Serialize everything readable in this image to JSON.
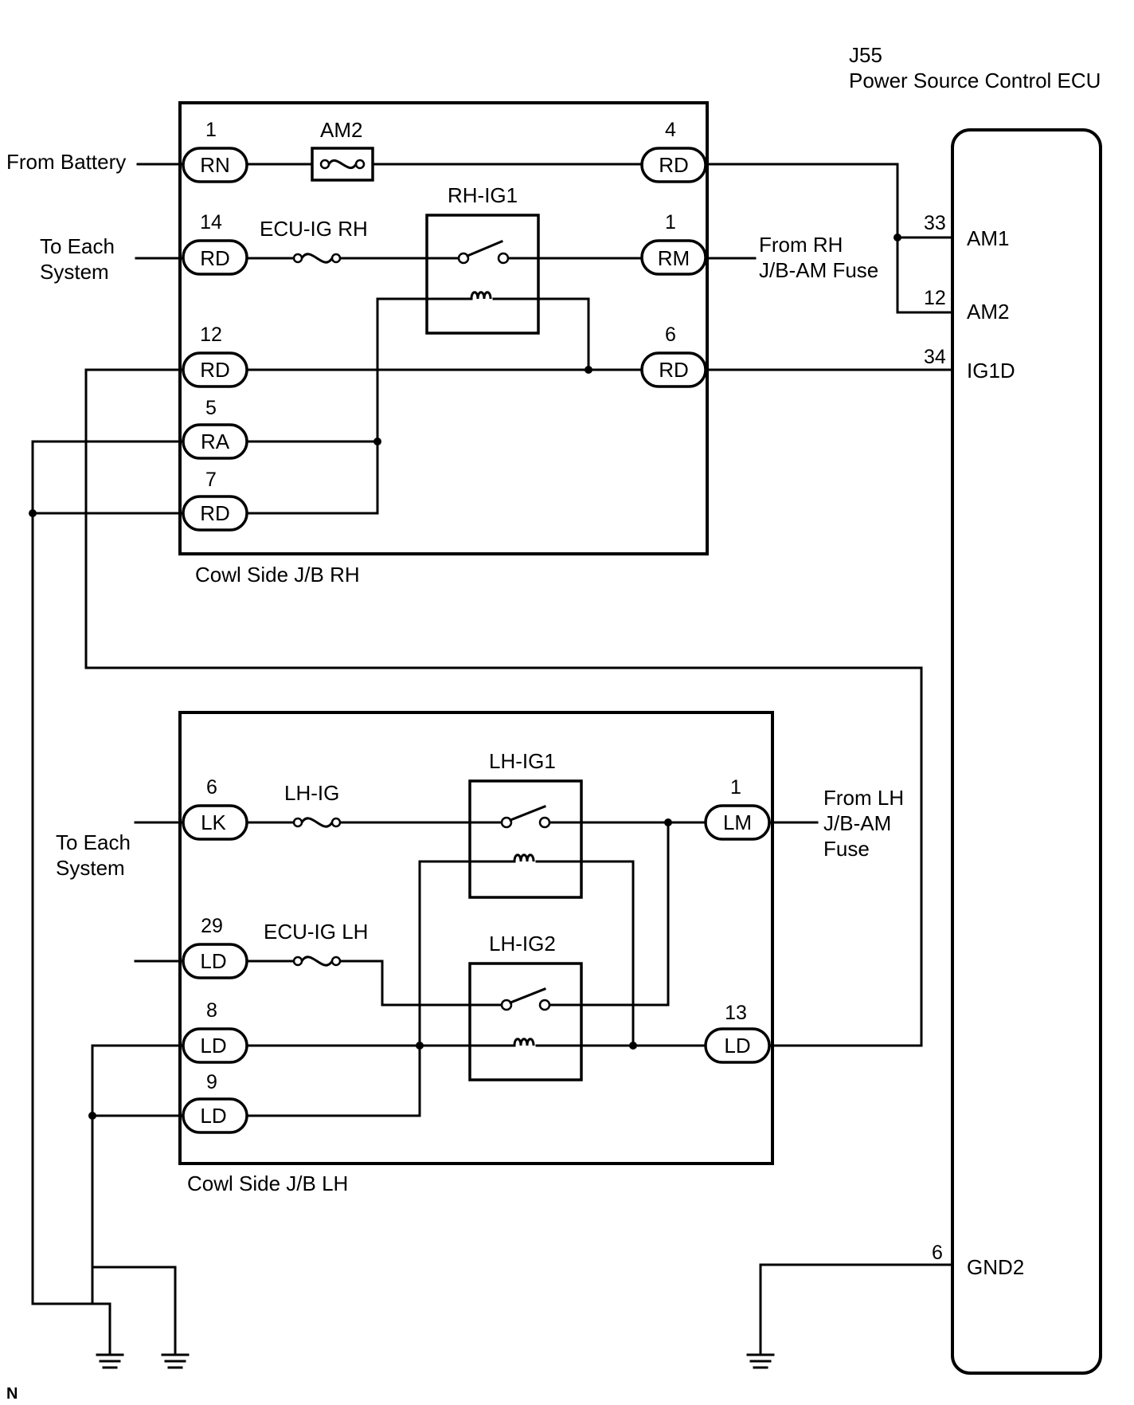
{
  "ecu": {
    "connector": "J55",
    "name": "Power Source Control ECU"
  },
  "ext": {
    "from_battery": "From Battery",
    "to_each_system_1": "To Each",
    "to_each_system_2": "System",
    "from_rh_1": "From RH",
    "from_rh_2": "J/B-AM Fuse",
    "to_each_lh_1": "To Each",
    "to_each_lh_2": "System",
    "from_lh_1": "From LH",
    "from_lh_2": "J/B-AM",
    "from_lh_3": "Fuse"
  },
  "rh": {
    "label": "Cowl Side J/B RH",
    "fuse_am2": "AM2",
    "fuse_ecu": "ECU-IG RH",
    "relay": "RH-IG1",
    "pins": {
      "rn": {
        "num": "1",
        "code": "RN"
      },
      "rd14": {
        "num": "14",
        "code": "RD"
      },
      "rd12": {
        "num": "12",
        "code": "RD"
      },
      "ra5": {
        "num": "5",
        "code": "RA"
      },
      "rd7": {
        "num": "7",
        "code": "RD"
      },
      "rd4": {
        "num": "4",
        "code": "RD"
      },
      "rm1": {
        "num": "1",
        "code": "RM"
      },
      "rd6": {
        "num": "6",
        "code": "RD"
      }
    }
  },
  "lh": {
    "label": "Cowl Side J/B LH",
    "fuse_lhig": "LH-IG",
    "fuse_ecu": "ECU-IG LH",
    "relay1": "LH-IG1",
    "relay2": "LH-IG2",
    "pins": {
      "lk6": {
        "num": "6",
        "code": "LK"
      },
      "ld29": {
        "num": "29",
        "code": "LD"
      },
      "ld8": {
        "num": "8",
        "code": "LD"
      },
      "ld9": {
        "num": "9",
        "code": "LD"
      },
      "lm1": {
        "num": "1",
        "code": "LM"
      },
      "ld13": {
        "num": "13",
        "code": "LD"
      }
    }
  },
  "ecu_pins": {
    "am1": {
      "num": "33",
      "name": "AM1"
    },
    "am2": {
      "num": "12",
      "name": "AM2"
    },
    "ig1d": {
      "num": "34",
      "name": "IG1D"
    },
    "gnd2": {
      "num": "6",
      "name": "GND2"
    }
  },
  "corner_code": "N"
}
